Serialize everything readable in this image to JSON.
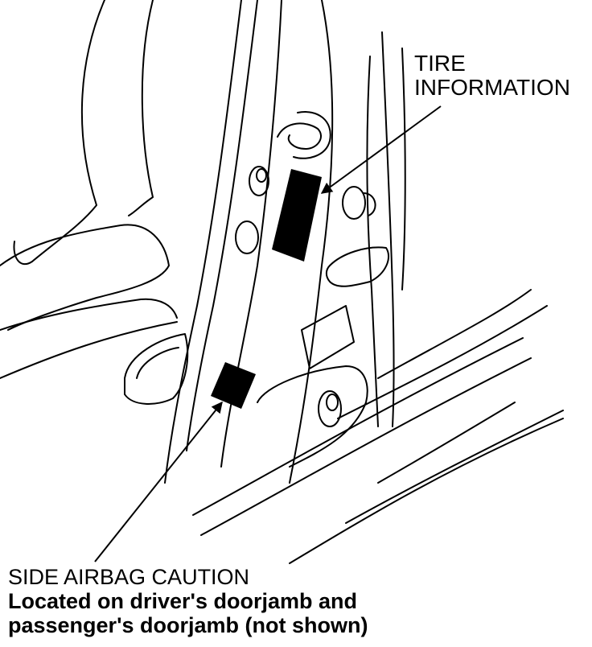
{
  "labels": {
    "tire": {
      "line1": "TIRE",
      "line2": "INFORMATION"
    },
    "side_airbag": {
      "title": "SIDE AIRBAG CAUTION",
      "line2": "Located on driver's doorjamb and",
      "line3": "passenger's doorjamb (not shown)"
    }
  },
  "colors": {
    "ink": "#000000",
    "paper": "#ffffff"
  }
}
